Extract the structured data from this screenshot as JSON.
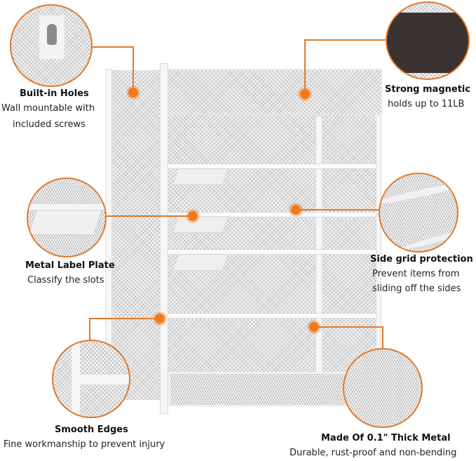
{
  "accent_color": "#e07a2c",
  "features": [
    {
      "id": "built-in-holes",
      "title": "Built-in Holes",
      "lines": [
        "Wall mountable with",
        "included screws"
      ]
    },
    {
      "id": "strong-magnetic",
      "title": "Strong magnetic",
      "lines": [
        "holds up to 11LB"
      ]
    },
    {
      "id": "metal-label-plate",
      "title": "Metal Label Plate",
      "lines": [
        "Classify the slots"
      ]
    },
    {
      "id": "side-grid-protection",
      "title": "Side grid protection",
      "lines": [
        "Prevent items from",
        "sliding off the sides"
      ]
    },
    {
      "id": "smooth-edges",
      "title": "Smooth Edges",
      "lines": [
        "Fine workmanship to prevent injury"
      ]
    },
    {
      "id": "thick-metal",
      "title": "Made Of 0.1\" Thick Metal",
      "lines": [
        "Durable, rust-proof and non-bending"
      ]
    }
  ]
}
